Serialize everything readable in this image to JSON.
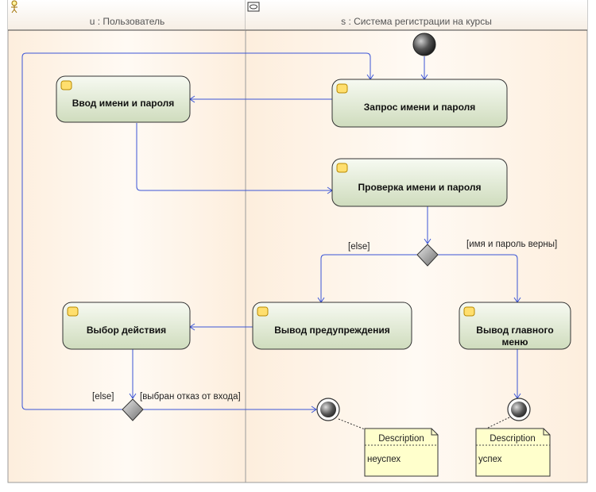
{
  "lanes": {
    "user": {
      "title": "u : Пользователь",
      "icon": "actor-icon"
    },
    "system": {
      "title": "s : Система регистрации на курсы",
      "icon": "component-icon"
    }
  },
  "activities": {
    "request": "Запрос имени и пароля",
    "input": "Ввод имени и пароля",
    "check": "Проверка имени и пароля",
    "warning": "Вывод предупреждения",
    "main_menu_line1": "Вывод главного",
    "main_menu_line2": "меню",
    "choose": "Выбор действия"
  },
  "guards": {
    "else_top": "[else]",
    "valid": "[имя и пароль верны]",
    "else_bottom": "[else]",
    "refused": "[выбран отказ от входа]"
  },
  "notes": {
    "fail": {
      "header": "Description",
      "body": "неуспех"
    },
    "success": {
      "header": "Description",
      "body": "успех"
    }
  },
  "colors": {
    "lane_bg": "#fdf3e6",
    "activity_fill": "#dce6cf",
    "flow": "#3b55d6",
    "note_fill": "#ffffcc"
  }
}
